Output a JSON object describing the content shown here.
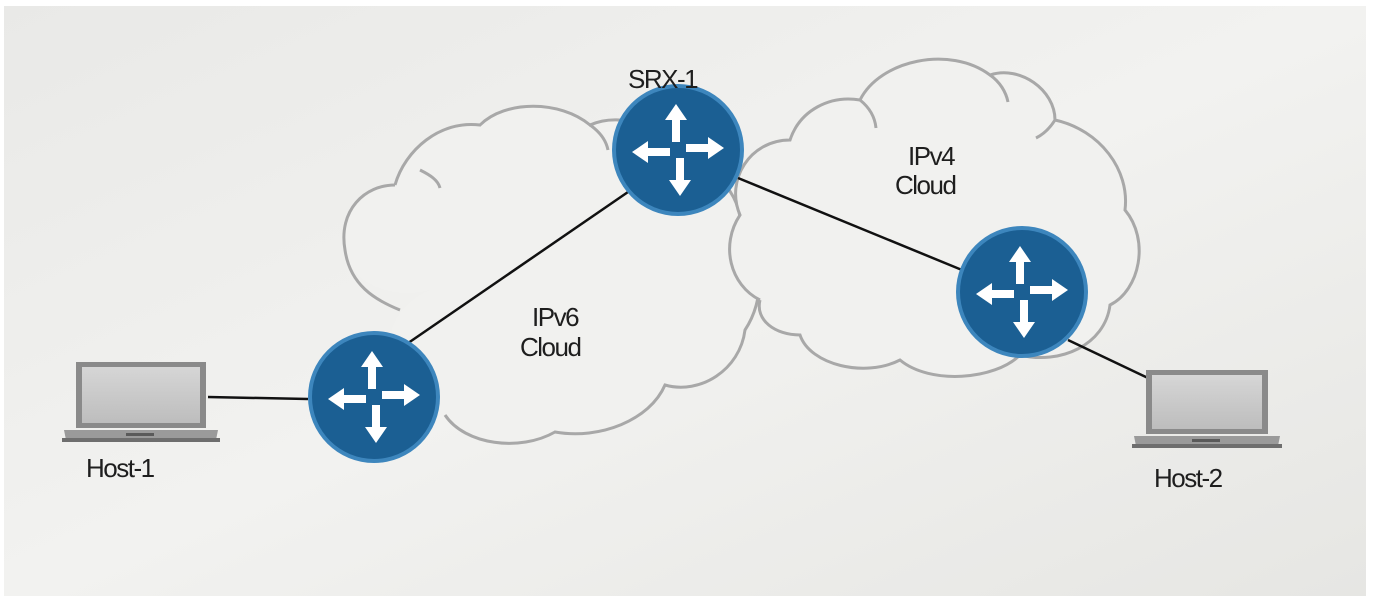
{
  "labels": {
    "srx1": "SRX-1",
    "ipv4_cloud_line1": "IPv4",
    "ipv4_cloud_line2": "Cloud",
    "ipv6_cloud_line1": "IPv6",
    "ipv6_cloud_line2": "Cloud",
    "host1": "Host-1",
    "host2": "Host-2"
  },
  "colors": {
    "router": "#1b5f93",
    "router_rim": "#3d86bd",
    "arrow": "#ffffff",
    "link": "#111111",
    "cloud": "#a8a8a8"
  },
  "icons": {
    "router": "router-icon",
    "laptop": "laptop-icon"
  }
}
